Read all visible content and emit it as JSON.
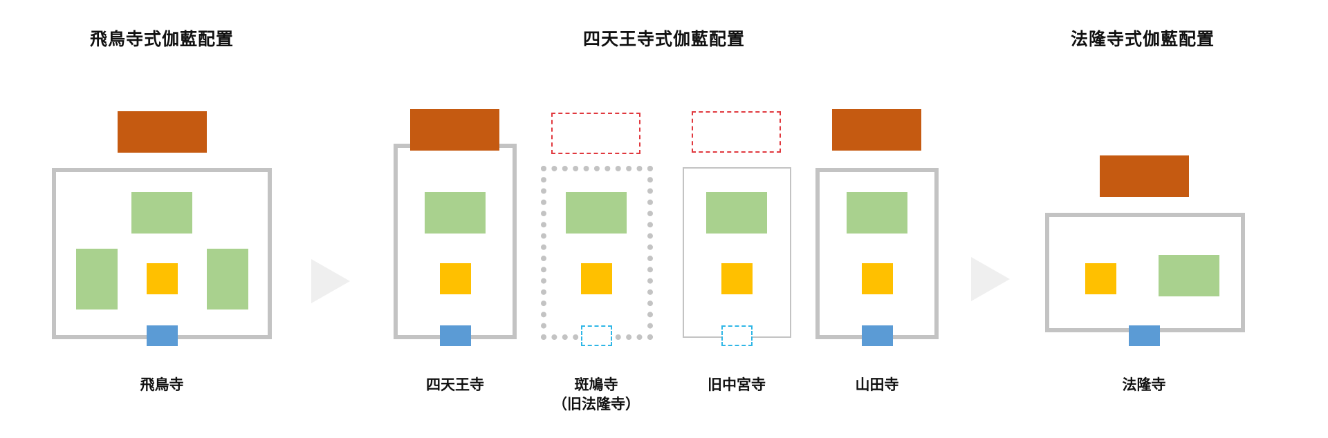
{
  "headings": {
    "asukadera_style": "飛鳥寺式伽藍配置",
    "shitennoji_style": "四天王寺式伽藍配置",
    "horyuji_style": "法隆寺式伽藍配置"
  },
  "temples": {
    "asukadera": {
      "name": "飛鳥寺"
    },
    "shitennoji": {
      "name": "四天王寺"
    },
    "ikarugadera": {
      "name": "斑鳩寺",
      "note": "（旧法隆寺）"
    },
    "kyu_chuguji": {
      "name": "旧中宮寺"
    },
    "yamadadera": {
      "name": "山田寺"
    },
    "horyuji": {
      "name": "法隆寺"
    }
  },
  "colors": {
    "cloister": "#c3c3c3",
    "lecture_hall": "#c55a11",
    "golden_hall": "#a9d18e",
    "pagoda": "#ffc000",
    "middle_gate": "#5b9bd5",
    "missing_lecture_hall": "#e0383e",
    "missing_middle_gate": "#2eb6e6",
    "arrow": "#efefef"
  }
}
